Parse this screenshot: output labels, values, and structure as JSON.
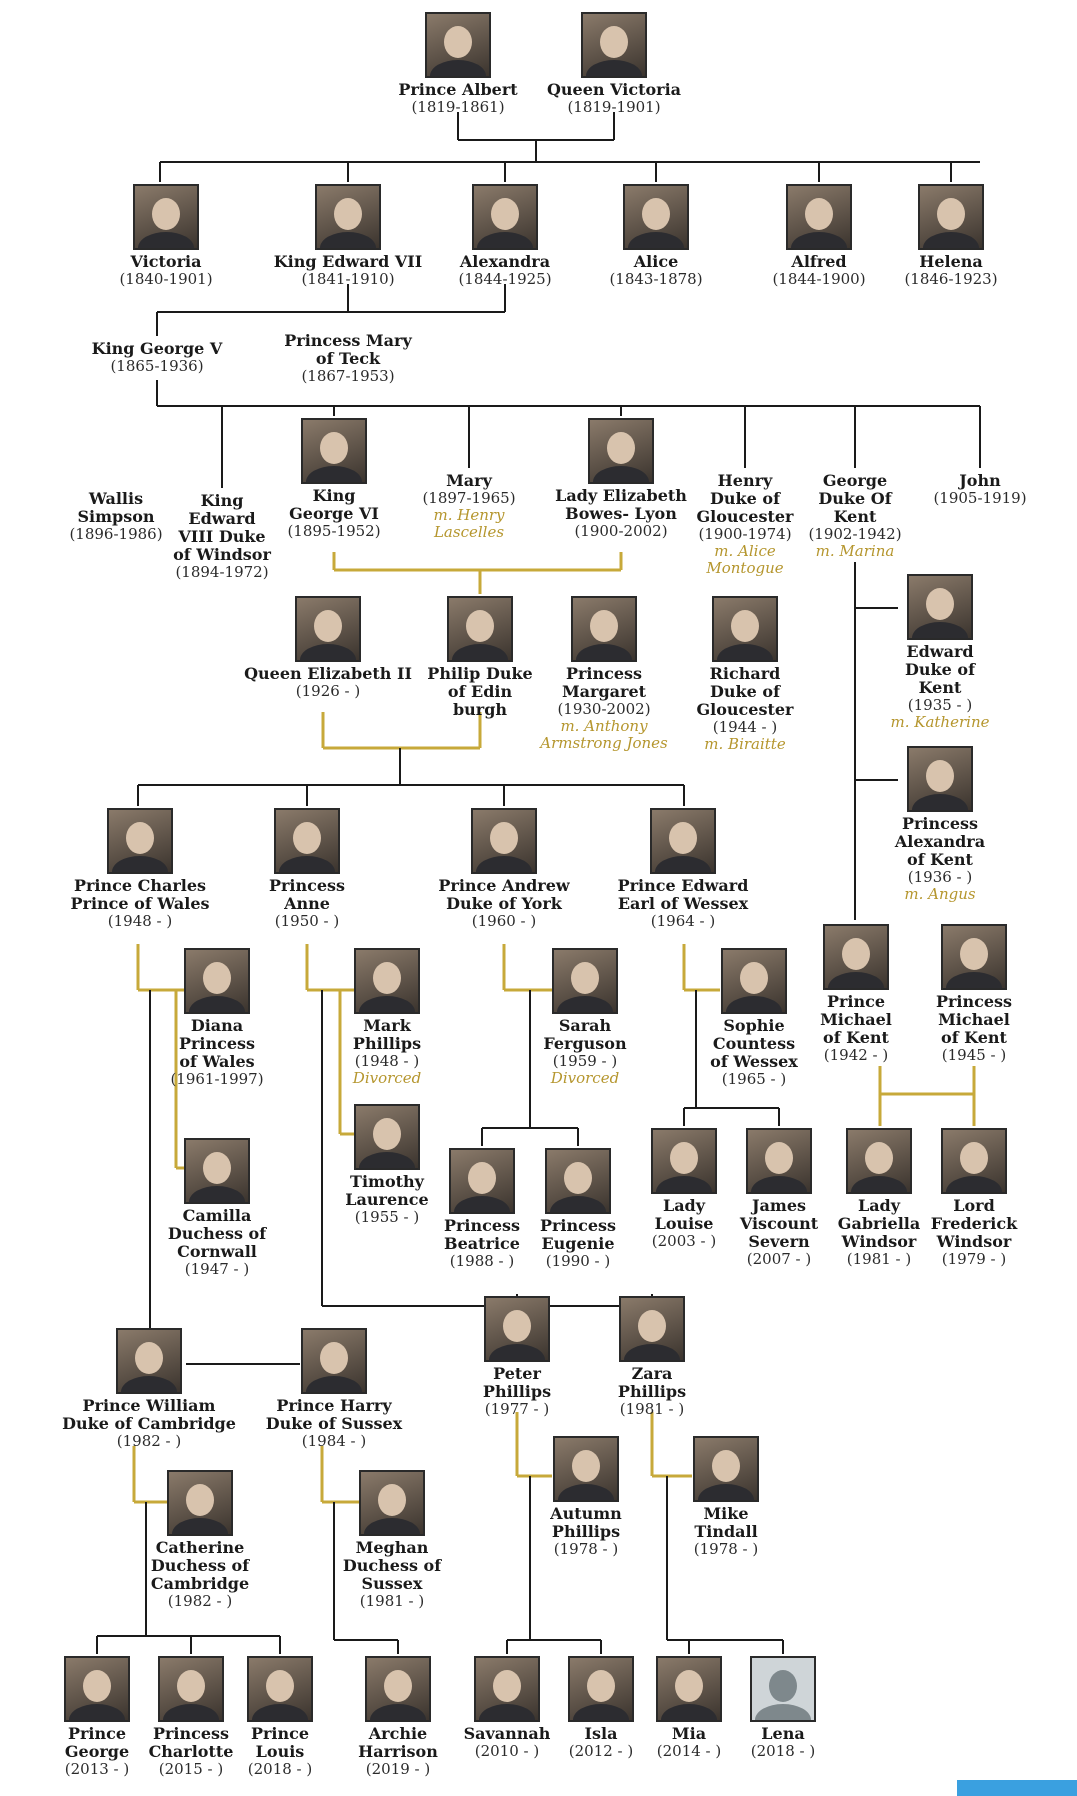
{
  "people": {
    "albert": {
      "name": "Prince Albert",
      "years": "(1819-1861)"
    },
    "victoria_q": {
      "name": "Queen Victoria",
      "years": "(1819-1901)"
    },
    "victoria": {
      "name": "Victoria",
      "years": "(1840-1901)"
    },
    "edward7": {
      "name": "King Edward VII",
      "years": "(1841-1910)"
    },
    "alexandra": {
      "name": "Alexandra",
      "years": "(1844-1925)"
    },
    "alice": {
      "name": "Alice",
      "years": "(1843-1878)"
    },
    "alfred": {
      "name": "Alfred",
      "years": "(1844-1900)"
    },
    "helena": {
      "name": "Helena",
      "years": "(1846-1923)"
    },
    "george5": {
      "name": "King George V",
      "years": "(1865-1936)"
    },
    "mary_teck": {
      "name": "Princess Mary\nof Teck",
      "years": "(1867-1953)"
    },
    "wallis": {
      "name": "Wallis\nSimpson",
      "years": "(1896-1986)"
    },
    "edward8": {
      "name": "King\nEdward\nVIII Duke\nof Windsor",
      "years": "(1894-1972)"
    },
    "george6": {
      "name": "King\nGeorge VI",
      "years": "(1895-1952)"
    },
    "mary": {
      "name": "Mary",
      "years": "(1897-1965)",
      "spouse": "m. Henry\nLascelles"
    },
    "elizabeth_bl": {
      "name": "Lady Elizabeth\nBowes- Lyon",
      "years": "(1900-2002)"
    },
    "henry": {
      "name": "Henry\nDuke of\nGloucester",
      "years": "(1900-1974)",
      "spouse": "m. Alice\nMontogue"
    },
    "george_kent": {
      "name": "George\nDuke Of\nKent",
      "years": "(1902-1942)",
      "spouse": "m. Marina"
    },
    "john": {
      "name": "John",
      "years": "(1905-1919)"
    },
    "elizabeth2": {
      "name": "Queen Elizabeth II",
      "years": "(1926 - )"
    },
    "philip": {
      "name": "Philip Duke\nof Edin\nburgh",
      "years": ""
    },
    "margaret": {
      "name": "Princess\nMargaret",
      "years": "(1930-2002)",
      "spouse": "m. Anthony\nArmstrong Jones"
    },
    "richard": {
      "name": "Richard\nDuke of\nGloucester",
      "years": "(1944 - )",
      "spouse": "m. Biraitte"
    },
    "edward_kent": {
      "name": "Edward\nDuke of\nKent",
      "years": "(1935 - )",
      "spouse": "m. Katherine"
    },
    "alexandra_kent": {
      "name": "Princess\nAlexandra\nof Kent",
      "years": "(1936 - )",
      "spouse": "m. Angus"
    },
    "charles": {
      "name": "Prince Charles\nPrince of Wales",
      "years": "(1948 - )"
    },
    "anne": {
      "name": "Princess\nAnne",
      "years": "(1950 - )"
    },
    "andrew": {
      "name": "Prince Andrew\nDuke of York",
      "years": "(1960 - )"
    },
    "edward": {
      "name": "Prince Edward\nEarl of Wessex",
      "years": "(1964 - )"
    },
    "diana": {
      "name": "Diana\nPrincess\nof Wales",
      "years": "(1961-1997)"
    },
    "mark": {
      "name": "Mark\nPhillips",
      "years": "(1948 - )",
      "spouse": "Divorced"
    },
    "sarah": {
      "name": "Sarah\nFerguson",
      "years": "(1959 - )",
      "spouse": "Divorced"
    },
    "sophie": {
      "name": "Sophie\nCountess\nof Wessex",
      "years": "(1965 - )"
    },
    "michael": {
      "name": "Prince\nMichael\nof Kent",
      "years": "(1942 - )"
    },
    "princess_michael": {
      "name": "Princess\nMichael\nof Kent",
      "years": "(1945 - )"
    },
    "camilla": {
      "name": "Camilla\nDuchess of\nCornwall",
      "years": "(1947 - )"
    },
    "timothy": {
      "name": "Timothy\nLaurence",
      "years": "(1955 - )"
    },
    "beatrice": {
      "name": "Princess\nBeatrice",
      "years": "(1988 - )"
    },
    "eugenie": {
      "name": "Princess\nEugenie",
      "years": "(1990 - )"
    },
    "louise": {
      "name": "Lady\nLouise",
      "years": "(2003 - )"
    },
    "james": {
      "name": "James\nViscount\nSevern",
      "years": "(2007 - )"
    },
    "gabriella": {
      "name": "Lady\nGabriella\nWindsor",
      "years": "(1981 - )"
    },
    "frederick": {
      "name": "Lord\nFrederick\nWindsor",
      "years": "(1979 - )"
    },
    "william": {
      "name": "Prince William\nDuke of Cambridge",
      "years": "(1982 - )"
    },
    "harry": {
      "name": "Prince Harry\nDuke of Sussex",
      "years": "(1984 - )"
    },
    "peter": {
      "name": "Peter\nPhillips",
      "years": "(1977 - )"
    },
    "zara": {
      "name": "Zara\nPhillips",
      "years": "(1981 - )"
    },
    "catherine": {
      "name": "Catherine\nDuchess of\nCambridge",
      "years": "(1982 - )"
    },
    "meghan": {
      "name": "Meghan\nDuchess of\nSussex",
      "years": "(1981 - )"
    },
    "autumn": {
      "name": "Autumn\nPhillips",
      "years": "(1978 - )"
    },
    "mike": {
      "name": "Mike\nTindall",
      "years": "(1978 - )"
    },
    "george": {
      "name": "Prince\nGeorge",
      "years": "(2013 - )"
    },
    "charlotte": {
      "name": "Princess\nCharlotte",
      "years": "(2015 - )"
    },
    "louis": {
      "name": "Prince\nLouis",
      "years": "(2018 - )"
    },
    "archie": {
      "name": "Archie\nHarrison",
      "years": "(2019 - )"
    },
    "savannah": {
      "name": "Savannah",
      "years": "(2010 - )"
    },
    "isla": {
      "name": "Isla",
      "years": "(2012 - )"
    },
    "mia": {
      "name": "Mia",
      "years": "(2014 - )"
    },
    "lena": {
      "name": "Lena",
      "years": "(2018 - )"
    }
  },
  "colors": {
    "line": "#1a1a1a",
    "marriage_line": "#c7a93a",
    "spouse_text": "#b5962e"
  }
}
